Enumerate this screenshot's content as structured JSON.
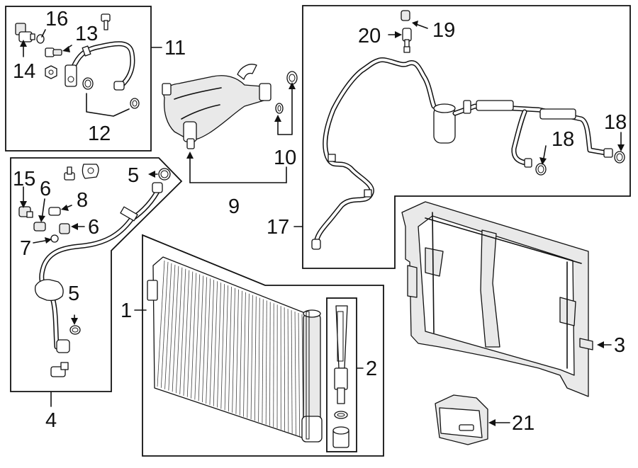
{
  "figure": {
    "callouts": {
      "c1": "1",
      "c2": "2",
      "c3": "3",
      "c4": "4",
      "c5a": "5",
      "c5b": "5",
      "c6a": "6",
      "c6b": "6",
      "c7": "7",
      "c8": "8",
      "c9": "9",
      "c10": "10",
      "c11": "11",
      "c12": "12",
      "c13": "13",
      "c14": "14",
      "c15": "15",
      "c16": "16",
      "c17": "17",
      "c18a": "18",
      "c18b": "18",
      "c19": "19",
      "c20": "20",
      "c21": "21"
    }
  }
}
